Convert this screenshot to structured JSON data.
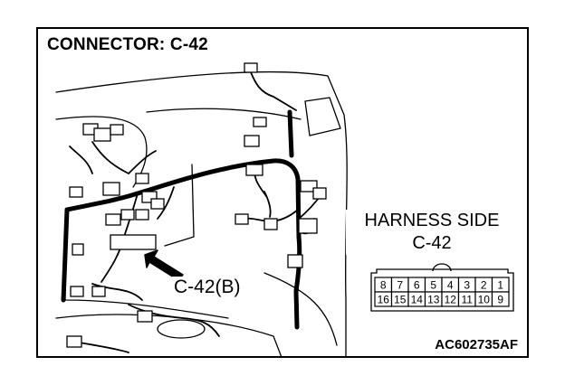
{
  "header": {
    "title": "CONNECTOR: C-42"
  },
  "harness_view": {
    "label_line1": "HARNESS SIDE",
    "label_line2": "C-42",
    "pins_top": [
      "8",
      "7",
      "6",
      "5",
      "4",
      "3",
      "2",
      "1"
    ],
    "pins_bottom": [
      "16",
      "15",
      "14",
      "13",
      "12",
      "11",
      "10",
      "9"
    ]
  },
  "callout": {
    "label": "C-42(B)"
  },
  "footer": {
    "code": "AC602735AF"
  }
}
